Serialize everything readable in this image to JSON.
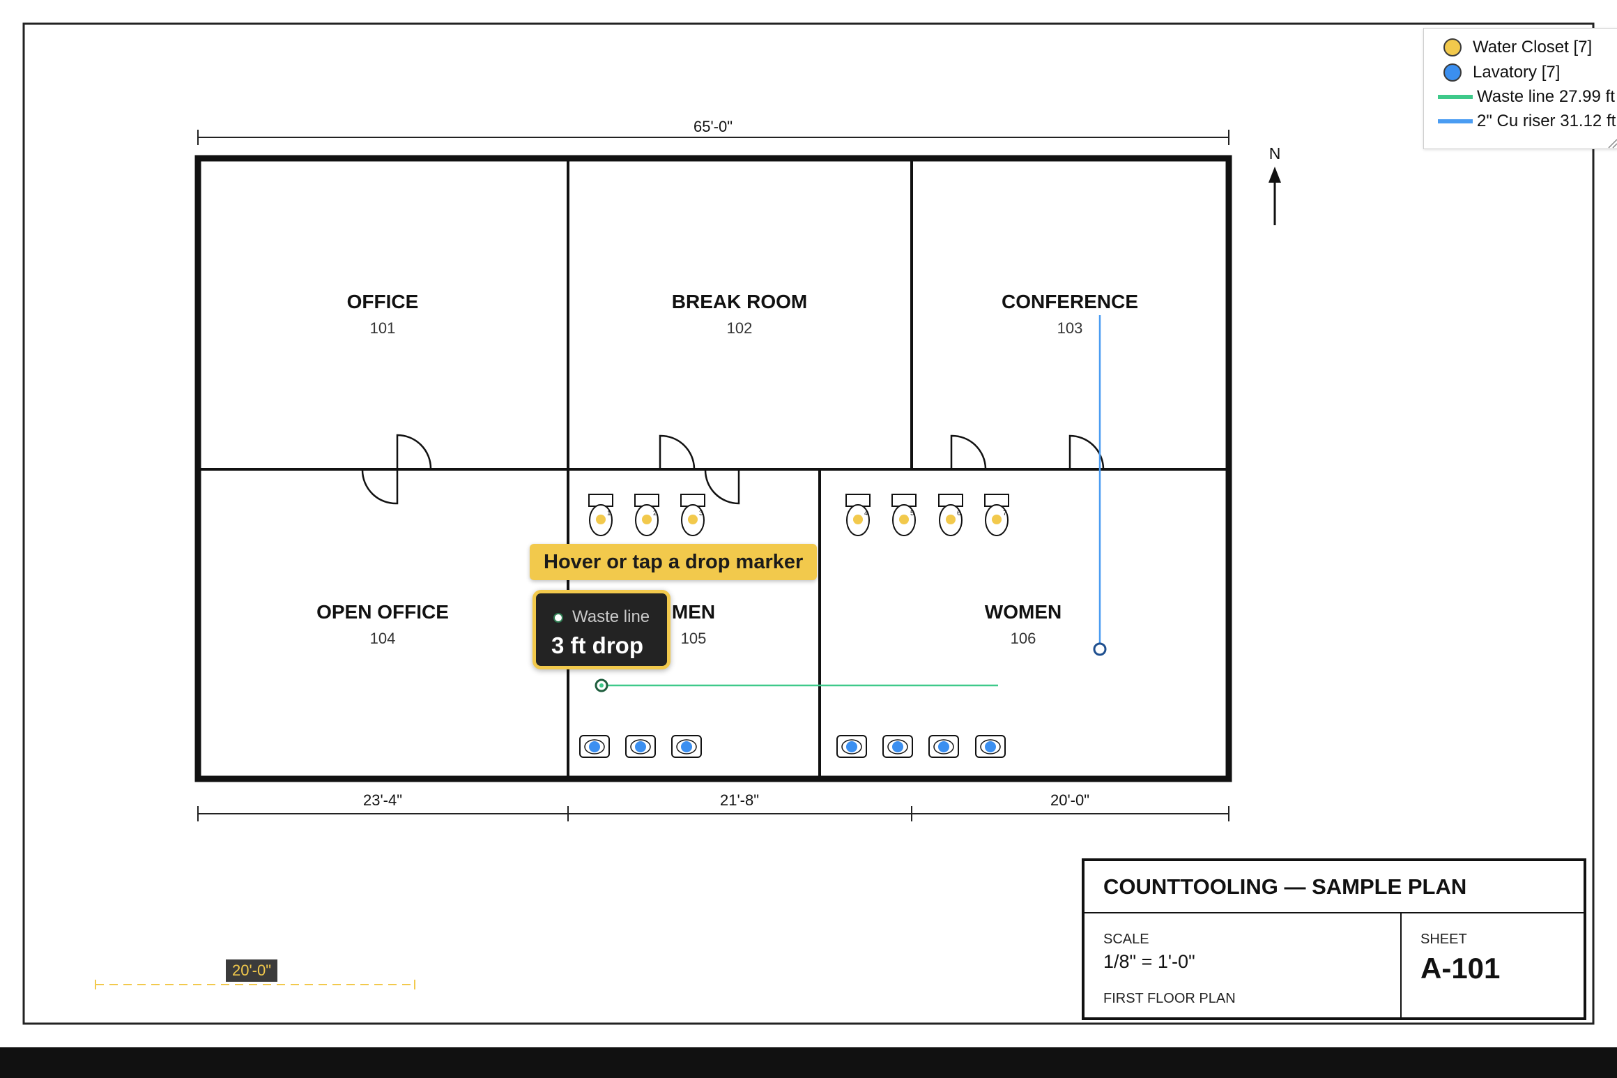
{
  "plan": {
    "overall_dim": "65'-0\"",
    "bottom_dims": [
      "23'-4\"",
      "21'-8\"",
      "20'-0\""
    ],
    "north_label": "N",
    "rooms": [
      {
        "name": "OFFICE",
        "number": "101"
      },
      {
        "name": "BREAK ROOM",
        "number": "102"
      },
      {
        "name": "CONFERENCE",
        "number": "103"
      },
      {
        "name": "OPEN OFFICE",
        "number": "104"
      },
      {
        "name": "MEN",
        "number": "105"
      },
      {
        "name": "WOMEN",
        "number": "106"
      }
    ],
    "water_closet_numbers": [
      "1",
      "2",
      "3",
      "4",
      "5",
      "6",
      "7"
    ],
    "lavatory_count": 7
  },
  "legend": {
    "items": [
      {
        "label": "Water Closet [7]",
        "color": "#f2c94c",
        "kind": "dot"
      },
      {
        "label": "Lavatory [7]",
        "color": "#3b8ff0",
        "kind": "dot"
      },
      {
        "label": "Waste line 27.99 ft",
        "color": "#3ec98a",
        "kind": "line"
      },
      {
        "label": "2\" Cu riser 31.12 ft",
        "color": "#4a9cf2",
        "kind": "line"
      }
    ]
  },
  "callout": {
    "text": "Hover or tap a drop marker"
  },
  "tooltip": {
    "label": "Waste line",
    "value": "3 ft drop"
  },
  "scale_bar": {
    "label": "20'-0\""
  },
  "title_block": {
    "title": "COUNTTOOLING — SAMPLE PLAN",
    "scale_label": "SCALE",
    "scale_value": "1/8\" = 1'-0\"",
    "sheet_label": "SHEET",
    "sheet_value": "A-101",
    "plan_name": "FIRST FLOOR PLAN"
  },
  "colors": {
    "water_closet": "#f2c94c",
    "lavatory": "#3b8ff0",
    "waste_line": "#3ec98a",
    "riser": "#4a9cf2",
    "highlight": "#f2c94c"
  }
}
